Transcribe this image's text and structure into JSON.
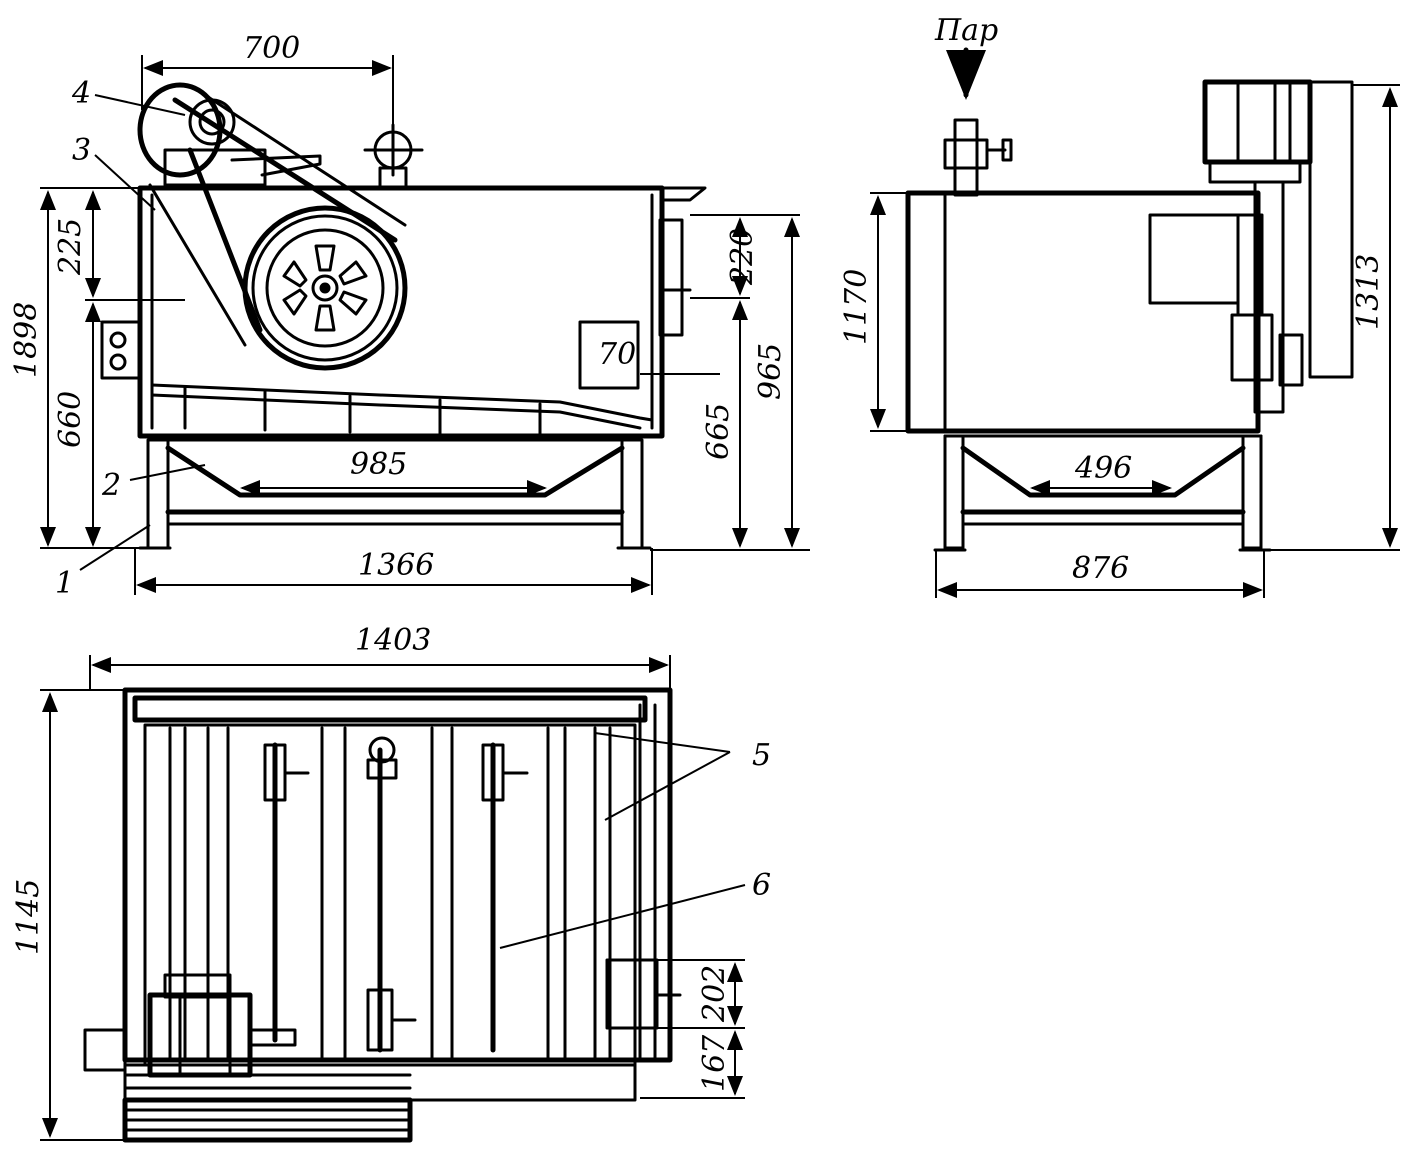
{
  "steam_label": "Пар",
  "front_view": {
    "dims": {
      "motor_offset": "700",
      "total_height": "1898",
      "top_to_axis": "225",
      "axis_height": "660",
      "right_upper": "220",
      "right_lower": "665",
      "right_total": "965",
      "plate": "70",
      "bottom_inner": "985",
      "base_width": "1366"
    },
    "callouts": [
      "1",
      "2",
      "3",
      "4"
    ]
  },
  "side_view": {
    "dims": {
      "tank_height": "1170",
      "total_height": "1313",
      "bottom_inner": "496",
      "base_width": "876"
    }
  },
  "plan_view": {
    "dims": {
      "length": "1403",
      "width": "1145",
      "outlet_upper": "202",
      "outlet_lower": "167"
    },
    "callouts": [
      "5",
      "6"
    ]
  }
}
